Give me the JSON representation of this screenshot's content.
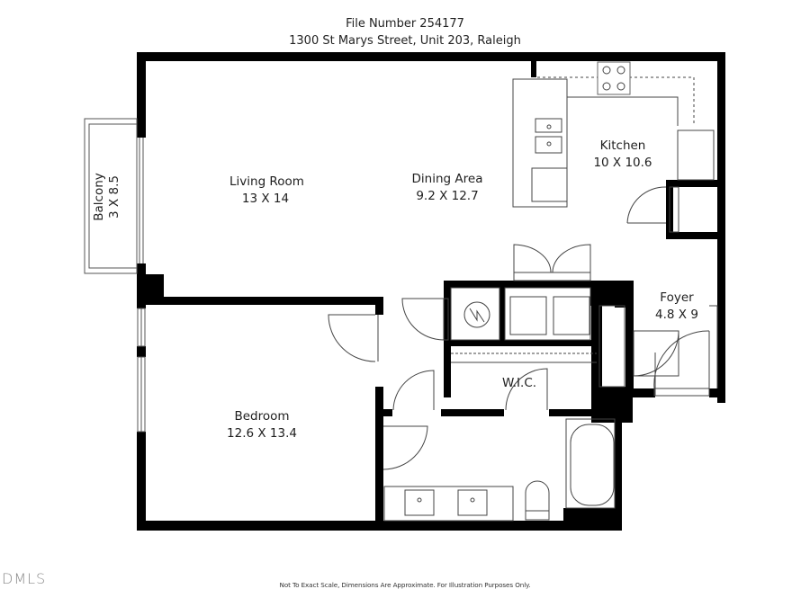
{
  "header": {
    "file_number": "File Number 254177",
    "address": "1300 St Marys Street, Unit 203, Raleigh"
  },
  "rooms": {
    "living_room": {
      "name": "Living Room",
      "dims": "13 X 14"
    },
    "dining_area": {
      "name": "Dining Area",
      "dims": "9.2 X 12.7"
    },
    "kitchen": {
      "name": "Kitchen",
      "dims": "10 X 10.6"
    },
    "balcony": {
      "name": "Balcony",
      "dims": "3 X 8.5"
    },
    "foyer": {
      "name": "Foyer",
      "dims": "4.8 X 9"
    },
    "bedroom": {
      "name": "Bedroom",
      "dims": "12.6 X 13.4"
    },
    "wic": {
      "name": "W.I.C."
    }
  },
  "footer": {
    "disclaimer": "Not To Exact Scale, Dimensions Are Approximate. For Illustration Purposes Only.",
    "logo": "DMLS"
  },
  "colors": {
    "wall": "#000000",
    "line": "#333333",
    "background": "#ffffff"
  }
}
